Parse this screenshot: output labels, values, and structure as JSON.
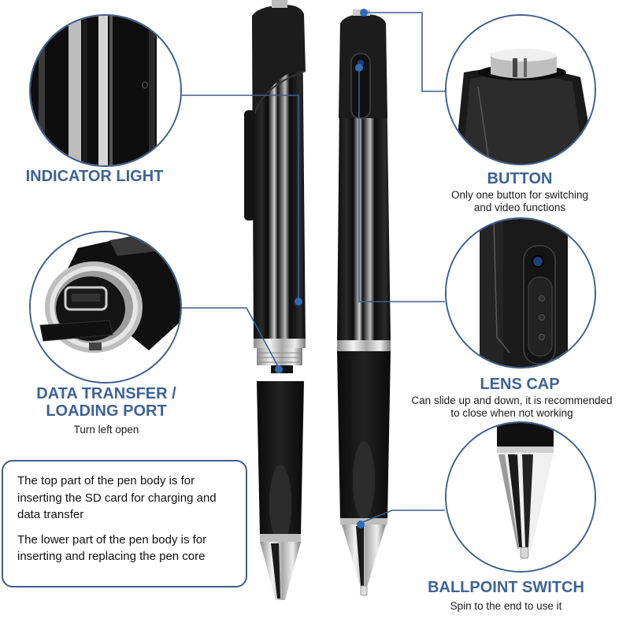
{
  "colors": {
    "accent": "#3d6394",
    "line": "#3d5f8c",
    "dot": "#2f6db5",
    "pen_black": "#111111",
    "chrome": "#d9d9d9"
  },
  "callouts": {
    "indicator_light": {
      "title": "INDICATOR LIGHT"
    },
    "data_port": {
      "title_line1": "DATA TRANSFER /",
      "title_line2": "LOADING PORT",
      "desc": "Turn left open"
    },
    "button": {
      "title": "BUTTON",
      "desc_line1": "Only one button for switching",
      "desc_line2": "and video functions"
    },
    "lens_cap": {
      "title": "LENS CAP",
      "desc_line1": "Can slide up and down, it is recommended",
      "desc_line2": "to close when not working"
    },
    "ballpoint_switch": {
      "title": "BALLPOINT SWITCH",
      "desc": "Spin to the end to use it"
    }
  },
  "info_box": {
    "paragraph1": "The top part of the pen body is for inserting the SD card for charging and data transfer",
    "paragraph2": "The lower part of the pen body is for inserting and replacing the pen core"
  }
}
